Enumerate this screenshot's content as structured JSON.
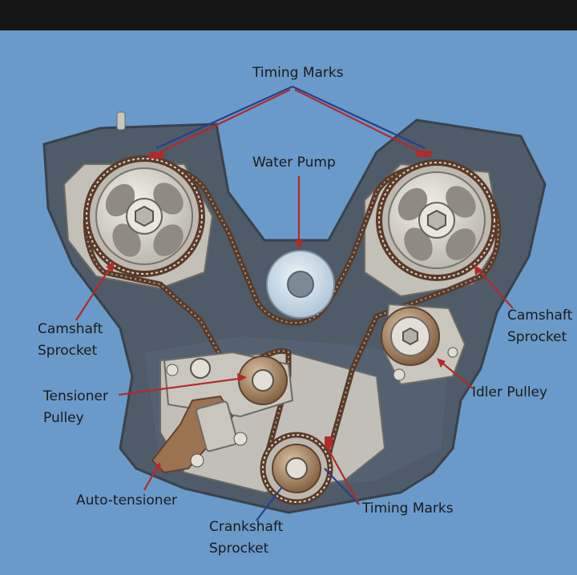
{
  "diagram": {
    "labels": {
      "timing_marks_top": "Timing Marks",
      "water_pump": "Water Pump",
      "camshaft_left_1": "Camshaft",
      "camshaft_left_2": "Sprocket",
      "camshaft_right_1": "Camshaft",
      "camshaft_right_2": "Sprocket",
      "tensioner_1": "Tensioner",
      "tensioner_2": "Pulley",
      "idler_pulley": "Idler Pulley",
      "auto_tensioner": "Auto-tensioner",
      "timing_marks_bottom": "Timing Marks",
      "crankshaft_1": "Crankshaft",
      "crankshaft_2": "Sprocket"
    },
    "colors": {
      "background": "#6a9ac9",
      "engine_block": "#4f5b68",
      "belt": "#5a3a28",
      "metal": "#d6d4cc",
      "pointer_red": "#b22a2a",
      "pointer_blue": "#2a3f8a"
    }
  }
}
